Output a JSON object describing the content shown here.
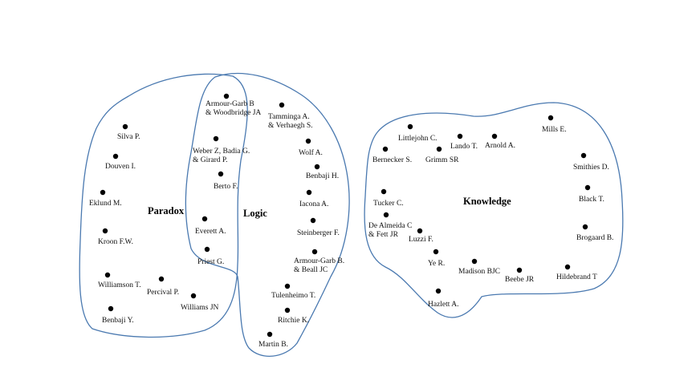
{
  "clusters": [
    {
      "id": "paradox",
      "title": "Paradox"
    },
    {
      "id": "logic",
      "title": "Logic"
    },
    {
      "id": "knowledge",
      "title": "Knowledge"
    }
  ],
  "nodes": [
    {
      "id": "silva",
      "lines": [
        "Silva P."
      ]
    },
    {
      "id": "douven",
      "lines": [
        "Douven I."
      ]
    },
    {
      "id": "eklund",
      "lines": [
        "Eklund M."
      ]
    },
    {
      "id": "kroon",
      "lines": [
        "Kroon F.W."
      ]
    },
    {
      "id": "williamson",
      "lines": [
        "Williamson T."
      ]
    },
    {
      "id": "percival",
      "lines": [
        "Percival P."
      ]
    },
    {
      "id": "williams",
      "lines": [
        "Williams JN"
      ]
    },
    {
      "id": "benbaji-y",
      "lines": [
        "Benbaji Y."
      ]
    },
    {
      "id": "armour-garb-woodbridge",
      "lines": [
        "Armour-Garb B",
        "& Woodbridge JA"
      ]
    },
    {
      "id": "weber",
      "lines": [
        "Weber Z, Badia G.",
        "& Girard P."
      ]
    },
    {
      "id": "berto",
      "lines": [
        "Berto F."
      ]
    },
    {
      "id": "everett",
      "lines": [
        "Everett A."
      ]
    },
    {
      "id": "priest",
      "lines": [
        "Priest G."
      ]
    },
    {
      "id": "tamminga",
      "lines": [
        "Tamminga A.",
        "& Verhaegh S."
      ]
    },
    {
      "id": "wolf",
      "lines": [
        "Wolf A."
      ]
    },
    {
      "id": "benbaji-h",
      "lines": [
        "Benbaji H."
      ]
    },
    {
      "id": "iacona",
      "lines": [
        "Iacona A."
      ]
    },
    {
      "id": "steinberger",
      "lines": [
        "Steinberger F."
      ]
    },
    {
      "id": "armour-garb-beall",
      "lines": [
        "Armour-Garb B.",
        "& Beall JC"
      ]
    },
    {
      "id": "tulenheimo",
      "lines": [
        "Tulenheimo T."
      ]
    },
    {
      "id": "ritchie",
      "lines": [
        "Ritchie K."
      ]
    },
    {
      "id": "martin",
      "lines": [
        "Martin B."
      ]
    },
    {
      "id": "littlejohn",
      "lines": [
        "Littlejohn C."
      ]
    },
    {
      "id": "bernecker",
      "lines": [
        "Bernecker S."
      ]
    },
    {
      "id": "grimm",
      "lines": [
        "Grimm SR"
      ]
    },
    {
      "id": "lando",
      "lines": [
        "Lando T."
      ]
    },
    {
      "id": "arnold",
      "lines": [
        "Arnold A."
      ]
    },
    {
      "id": "mills",
      "lines": [
        "Mills E."
      ]
    },
    {
      "id": "smithies",
      "lines": [
        "Smithies D."
      ]
    },
    {
      "id": "black",
      "lines": [
        "Black T."
      ]
    },
    {
      "id": "tucker",
      "lines": [
        "Tucker C."
      ]
    },
    {
      "id": "de-almeida",
      "lines": [
        "De Almeida C",
        "& Fett JR"
      ]
    },
    {
      "id": "luzzi",
      "lines": [
        "Luzzi F."
      ]
    },
    {
      "id": "brogaard",
      "lines": [
        "Brogaard B."
      ]
    },
    {
      "id": "ye",
      "lines": [
        "Ye R."
      ]
    },
    {
      "id": "madison",
      "lines": [
        "Madison BJC"
      ]
    },
    {
      "id": "beebe",
      "lines": [
        "Beebe JR"
      ]
    },
    {
      "id": "hildebrand",
      "lines": [
        "Hildebrand T"
      ]
    },
    {
      "id": "hazlett",
      "lines": [
        "Hazlett A."
      ]
    }
  ]
}
